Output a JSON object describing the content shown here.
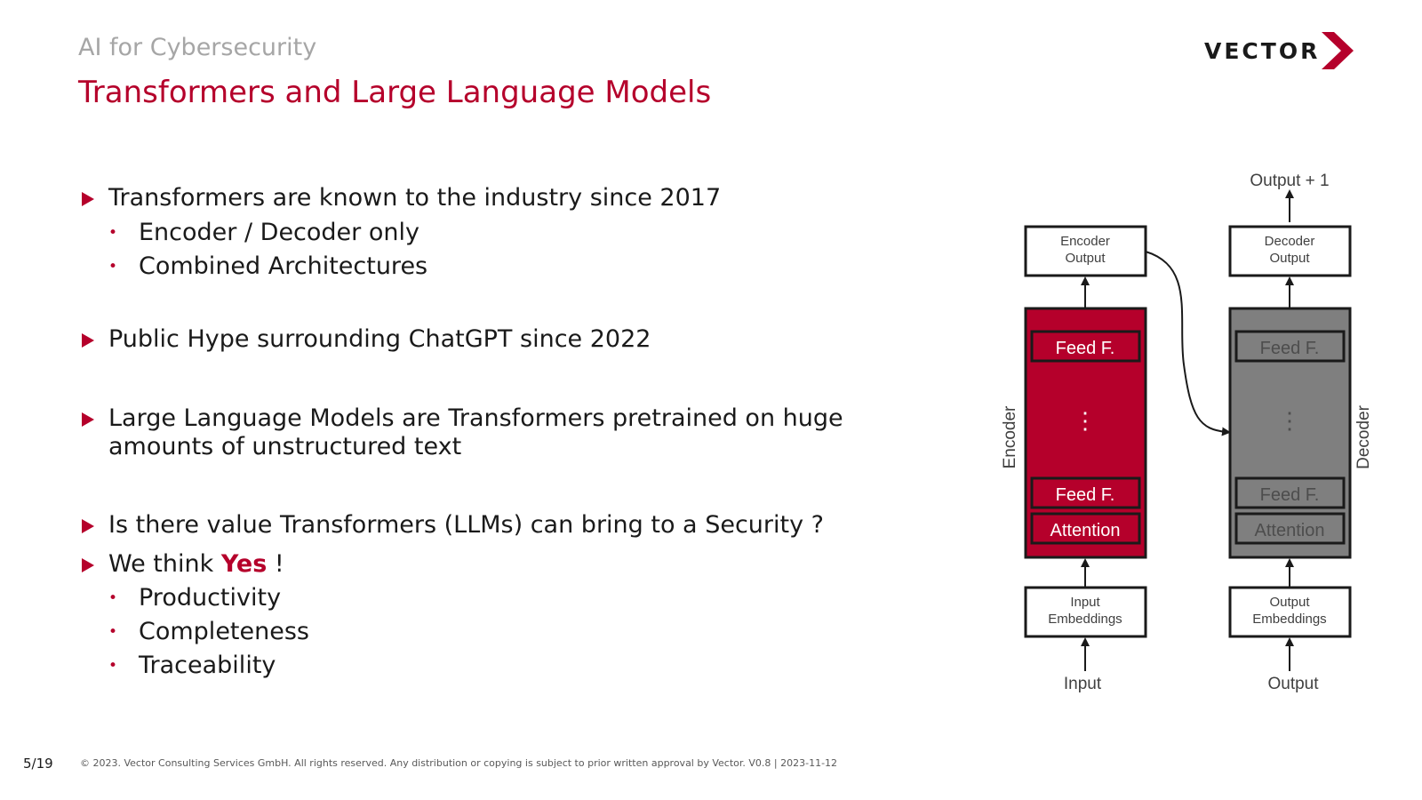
{
  "header": {
    "subtitle": "AI for Cybersecurity",
    "title": "Transformers and Large Language Models",
    "logo_text": "VECTOR"
  },
  "bullets": [
    {
      "text": "Transformers are known to the industry since 2017",
      "sub": [
        "Encoder / Decoder only",
        "Combined Architectures"
      ]
    },
    {
      "text": "Public Hype surrounding ChatGPT since 2022",
      "sub": []
    },
    {
      "text": "Large Language Models are Transformers pretrained on huge amounts of unstructured text",
      "sub": []
    },
    {
      "text": "Is there value Transformers (LLMs) can bring to a Security ?",
      "sub": []
    },
    {
      "text_prefix": "We think ",
      "text_emphasis": "Yes",
      "text_suffix": " !",
      "sub": [
        "Productivity",
        "Completeness",
        "Traceability"
      ]
    }
  ],
  "diagram": {
    "output_plus_one": "Output + 1",
    "encoder_output": [
      "Encoder",
      "Output"
    ],
    "decoder_output": [
      "Decoder",
      "Output"
    ],
    "encoder_label": "Encoder",
    "decoder_label": "Decoder",
    "feed_forward": "Feed F.",
    "ellipsis": "⋮",
    "attention": "Attention",
    "input_embeddings": [
      "Input",
      "Embeddings"
    ],
    "output_embeddings": [
      "Output",
      "Embeddings"
    ],
    "input": "Input",
    "output": "Output",
    "colors": {
      "encoder": "#b5002b",
      "decoder": "#7f7f7f",
      "decoder_text": "#4d4d4d"
    }
  },
  "footer": {
    "page": "5/19",
    "copyright": "© 2023. Vector Consulting Services GmbH. All rights reserved. Any distribution or copying is subject to prior written approval by Vector. V0.8 | 2023-11-12"
  }
}
